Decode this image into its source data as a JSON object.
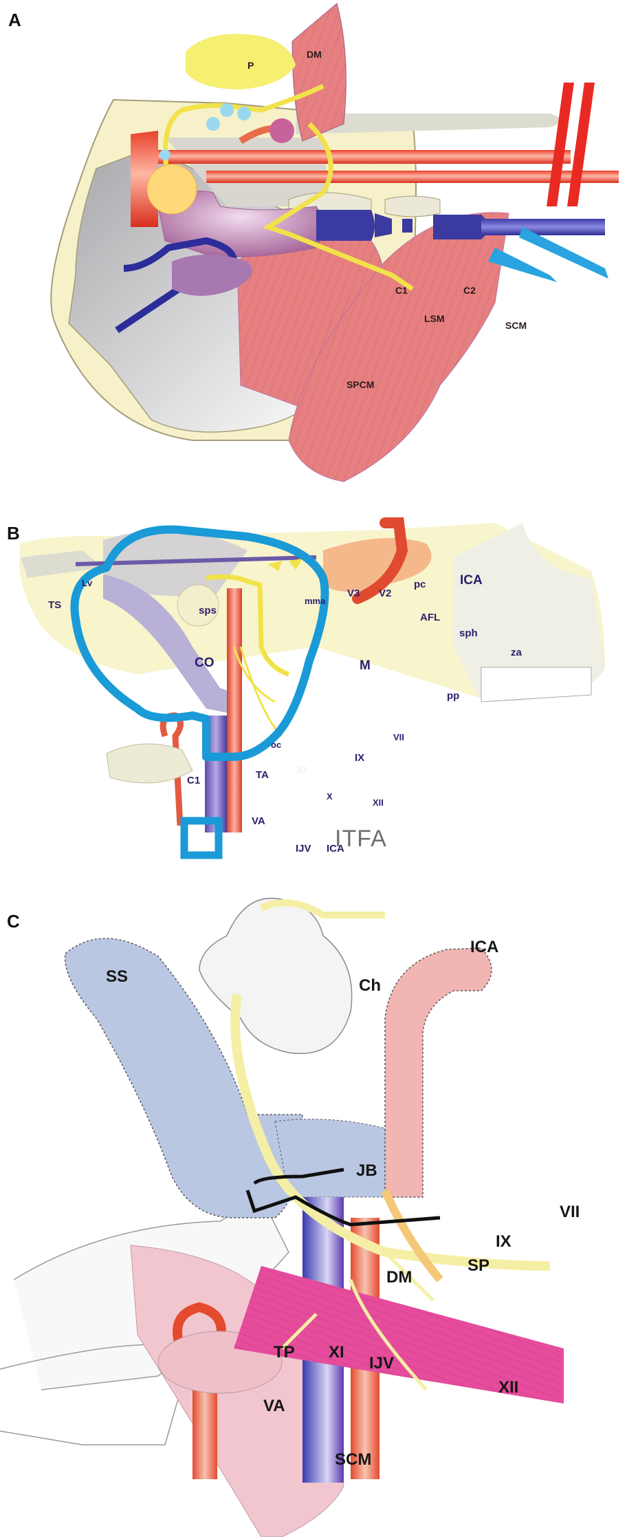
{
  "figure": {
    "panels": [
      {
        "letter": "A",
        "labels": {
          "P": "P",
          "DM": "DM",
          "C1": "C1",
          "C2": "C2",
          "LSM": "LSM",
          "SCM": "SCM",
          "SPCM": "SPCM"
        }
      },
      {
        "letter": "B",
        "labels": {
          "TS": "TS",
          "Lv": "Lv",
          "sps": "sps",
          "mma": "mma",
          "V3": "V3",
          "V2": "V2",
          "pc": "pc",
          "ICA_top": "ICA",
          "AFL": "AFL",
          "sph": "sph",
          "za": "za",
          "CO": "CO",
          "M": "M",
          "pp": "pp",
          "VII": "VII",
          "oc": "oc",
          "IX": "IX",
          "XI": "XI",
          "TA": "TA",
          "C1": "C1",
          "X": "X",
          "XII": "XII",
          "VA": "VA",
          "IJV": "IJV",
          "ICA_bottom": "ICA"
        },
        "legend": {
          "label": "ITFA",
          "color": "#1a9ad6"
        }
      },
      {
        "letter": "C",
        "labels": {
          "SS": "SS",
          "Ch": "Ch",
          "ICA": "ICA",
          "JB": "JB",
          "VII": "VII",
          "IX": "IX",
          "SP": "SP",
          "DM": "DM",
          "TP": "TP",
          "XI": "XI",
          "IJV": "IJV",
          "XII": "XII",
          "VA": "VA",
          "SCM": "SCM"
        }
      }
    ]
  }
}
